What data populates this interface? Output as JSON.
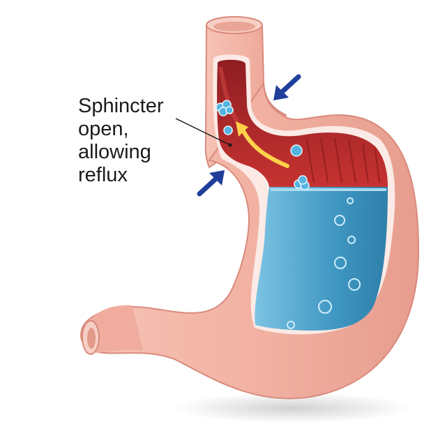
{
  "annotation": {
    "lines": [
      "Sphincter",
      "open,",
      "allowing",
      "reflux"
    ]
  },
  "colors": {
    "stomach_wall": "#f3b6a8",
    "stomach_edge": "#d98a7c",
    "lining_red": "#b7282a",
    "gastric_fluid": "#4aa3cb",
    "compression_arrows": "#1f3f9a",
    "reflux_arrow": "#ffd24a"
  },
  "icons": [
    "compression-arrow",
    "reflux-arrow",
    "bubble"
  ]
}
